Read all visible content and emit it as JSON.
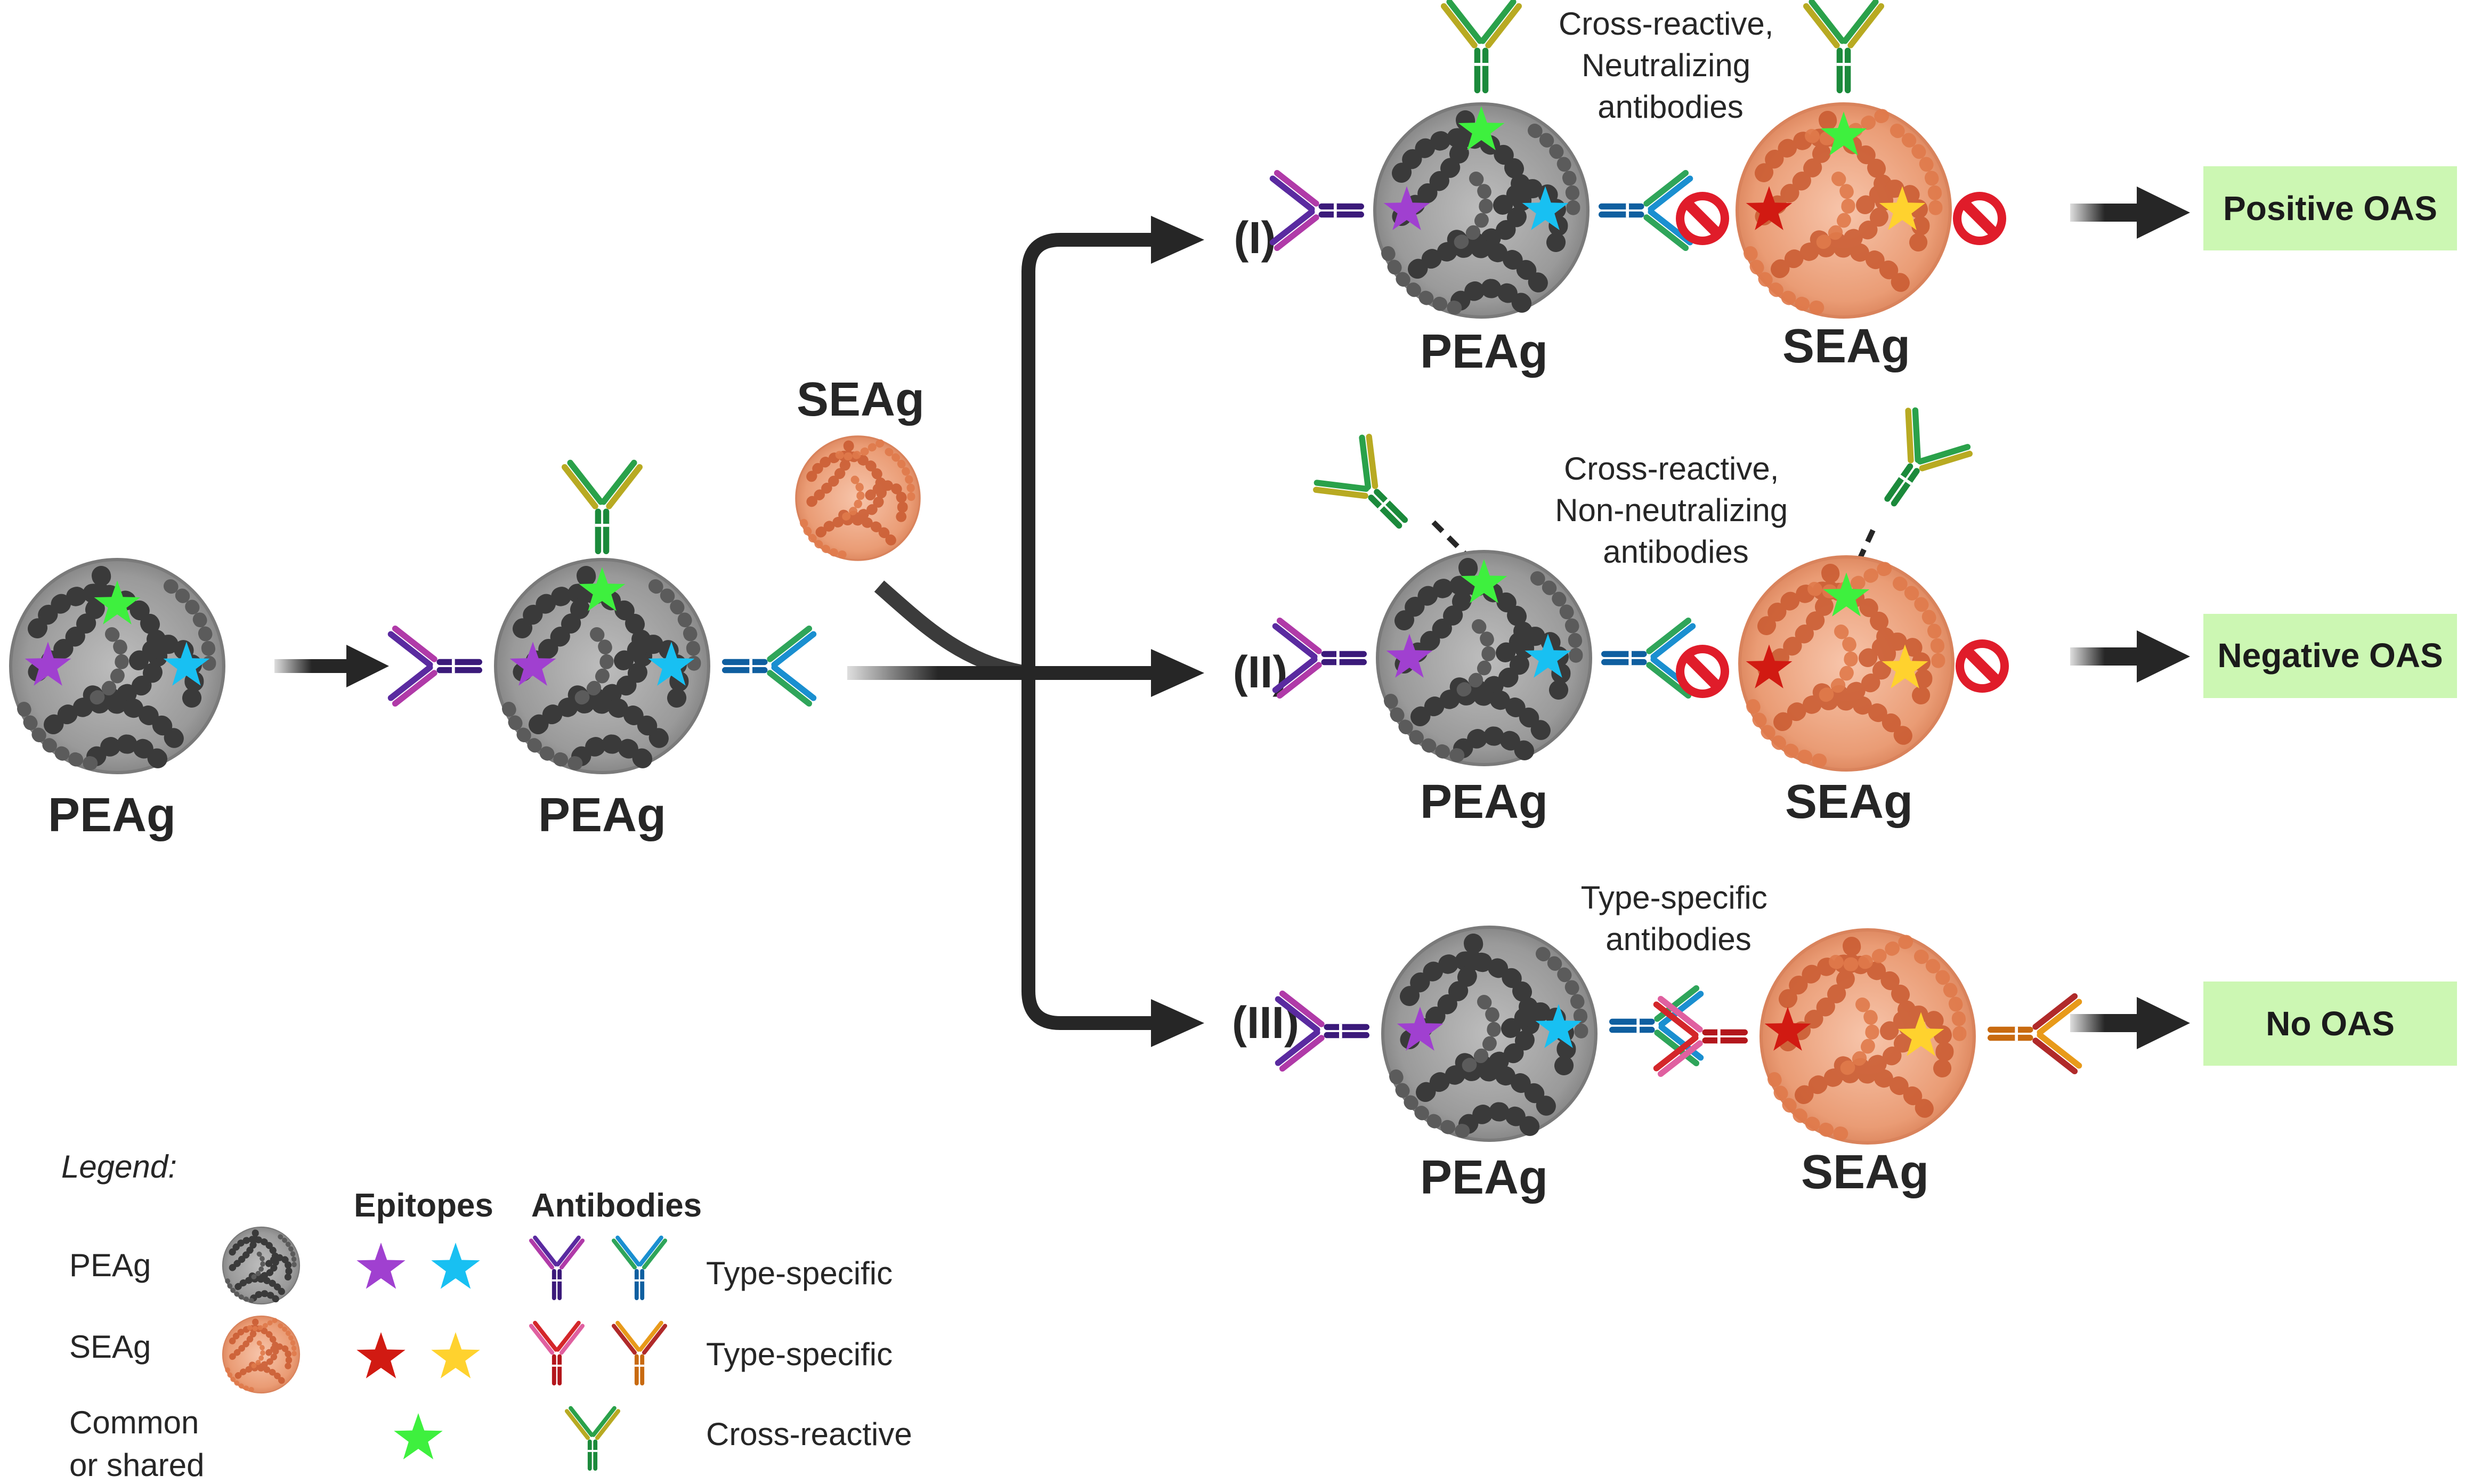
{
  "labels": {
    "peag": "PEAg",
    "seag": "SEAg",
    "roman_1": "(I)",
    "roman_2": "(II)",
    "roman_3": "(III)"
  },
  "notes": {
    "row1": [
      "Cross-reactive,",
      "Neutralizing",
      "antibodies"
    ],
    "row2": [
      "Cross-reactive,",
      "Non-neutralizing",
      "antibodies"
    ],
    "row3": [
      "Type-specific",
      "antibodies"
    ]
  },
  "outcomes": {
    "row1": "Positive OAS",
    "row2": "Negative OAS",
    "row3": "No OAS"
  },
  "legend": {
    "title": "Legend:",
    "epitopes_heading": "Epitopes",
    "antibodies_heading": "Antibodies",
    "peag_label": "PEAg",
    "seag_label": "SEAg",
    "common_label": [
      "Common",
      "or shared"
    ],
    "type_specific_1": "Type-specific",
    "type_specific_2": "Type-specific",
    "cross_reactive": "Cross-reactive"
  },
  "colors": {
    "peag_light": "#a9a9a9",
    "peag_dark": "#3a3a3a",
    "seag_light": "#f3b596",
    "seag_dark": "#c9592f",
    "star_purple": "#a040d0",
    "star_cyan": "#18c0f2",
    "star_green": "#3ef03e",
    "star_red": "#d11a12",
    "star_yellow": "#ffd22e",
    "outcome_fill": "#ccf7b3",
    "arrow": "#262626",
    "block": "#e01c2a"
  }
}
